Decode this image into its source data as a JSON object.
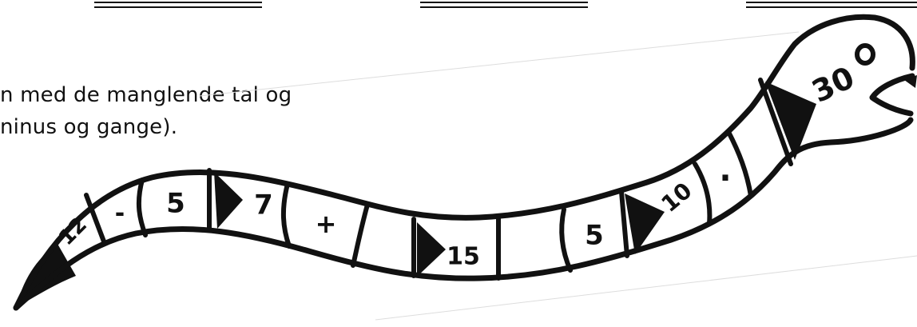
{
  "instructions": {
    "line1": "n med de manglende tal og",
    "line2": "ninus og gange)."
  },
  "worm": {
    "cells": [
      "12",
      "-",
      "5",
      "7",
      "+",
      "",
      "15",
      "",
      "5",
      "10",
      "·",
      "",
      "30"
    ]
  }
}
